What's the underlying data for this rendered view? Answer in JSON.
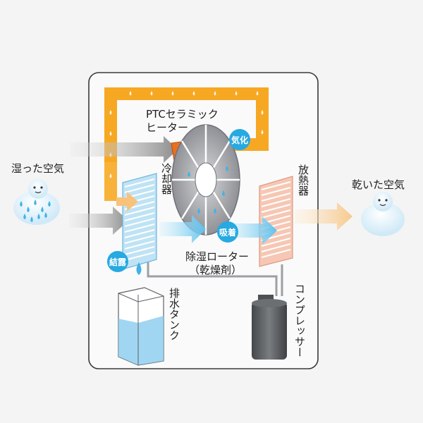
{
  "title": "",
  "labels": {
    "humid_air": "湿った空気",
    "dry_air": "乾いた空気",
    "heater_line1": "PTCセラミック",
    "heater_line2": "ヒーター",
    "cooler": "冷却器",
    "radiator": "放熱器",
    "rotor_line1": "除湿ローター",
    "rotor_line2": "（乾燥剤）",
    "drain_tank": "排水タンク",
    "compressor": "コンプレッサー"
  },
  "badges": {
    "vaporize": "気化",
    "adsorb": "吸着",
    "condense": "結露"
  },
  "colors": {
    "duct_orange": "#f7a823",
    "badge_blue": "#27a9e1",
    "arrow_gray": "#8a8a8a",
    "arrow_blue": "#5cc2ef",
    "arrow_light_orange": "#f7c98b",
    "radiator_pink": "#f6c7b4",
    "cooler_blue": "#bfe3f5",
    "rotor_gray": "#a7a9ad",
    "water_blue": "#8fcfee",
    "compressor_gray": "#5e6164"
  }
}
